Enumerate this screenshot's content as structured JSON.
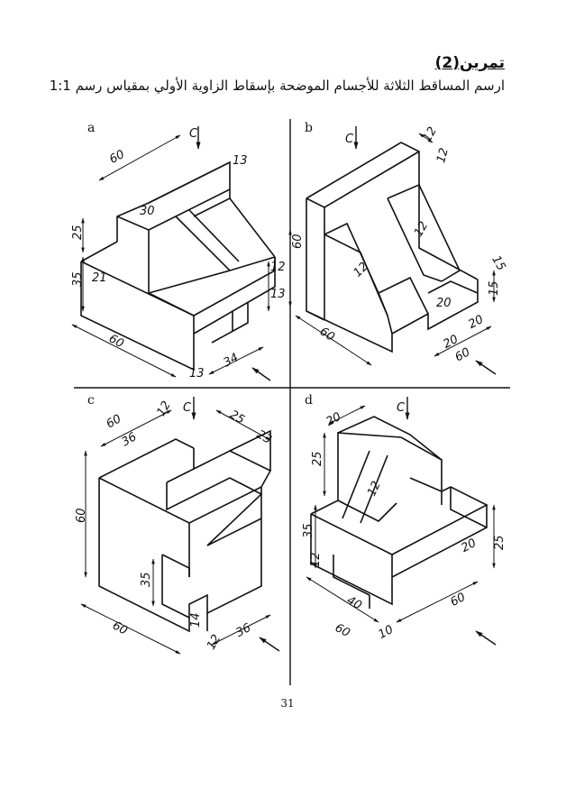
{
  "header": {
    "title": "تمرين(2)",
    "subtitle": "ارسم المساقط الثلاثة للأجسام الموضحة بإسقاط الزاوية الأولي بمقياس رسم 1:1"
  },
  "panels": [
    {
      "label": "a",
      "view_marker": "C",
      "dims": {
        "d60top": "60",
        "d13a": "13",
        "d30": "30",
        "d25": "25",
        "d35": "35",
        "d21": "21",
        "d12": "12",
        "d13b": "13",
        "d60bot": "60",
        "d13c": "13",
        "d34": "34"
      }
    },
    {
      "label": "b",
      "view_marker": "C",
      "dims": {
        "d12a": "12",
        "d12b": "12",
        "d60v": "60",
        "d12c": "12",
        "d12d": "12",
        "d15a": "15",
        "d15b": "15",
        "d20a": "20",
        "d20b": "20",
        "d20c": "20",
        "d60bot": "60",
        "d60r": "60"
      }
    },
    {
      "label": "c",
      "view_marker": "C",
      "dims": {
        "d60top": "60",
        "d36": "36",
        "d12": "12",
        "d25": "25",
        "d23": "23",
        "d60v": "60",
        "d35": "35",
        "d14": "14",
        "d60bot": "60",
        "d12b": "12",
        "d36b": "36"
      }
    },
    {
      "label": "d",
      "view_marker": "C",
      "dims": {
        "d20": "20",
        "d25": "25",
        "d12": "12",
        "d35": "35",
        "d12b": "12",
        "d20b": "20",
        "d25b": "25",
        "d40": "40",
        "d60": "60",
        "d10": "10",
        "d60b": "60"
      }
    }
  ],
  "footer": {
    "page_number": "31"
  }
}
